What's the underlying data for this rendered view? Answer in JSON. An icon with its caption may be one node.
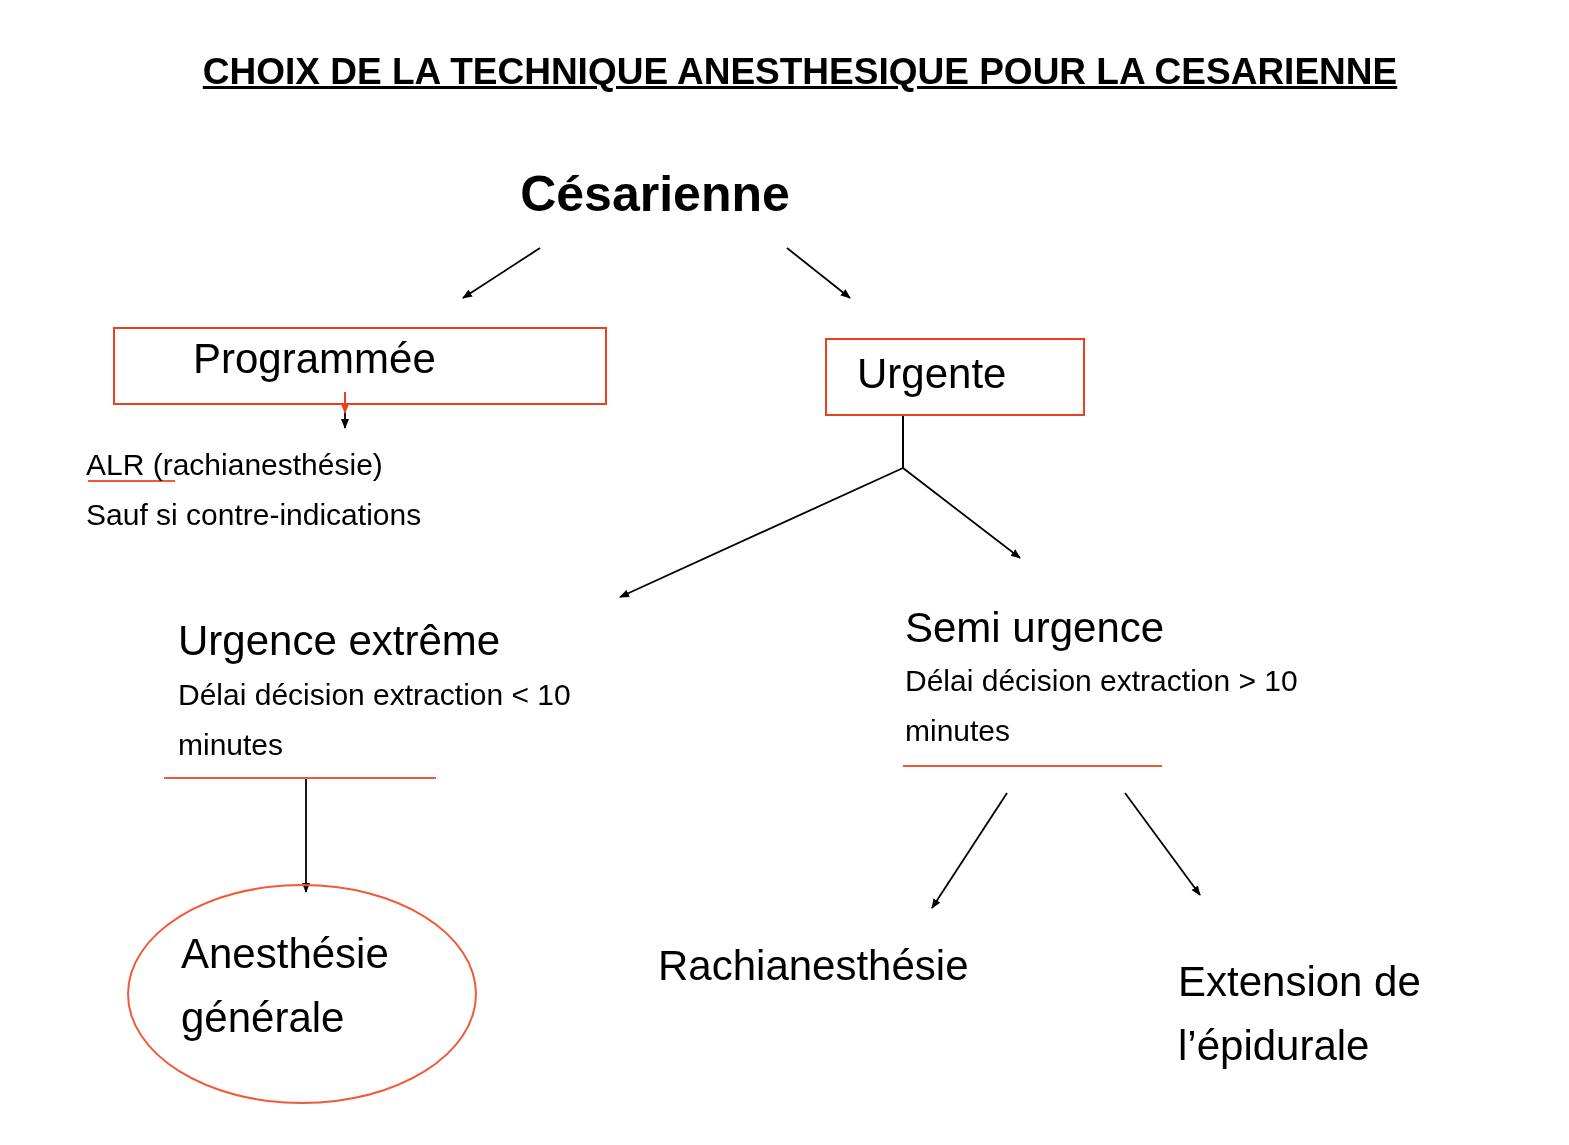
{
  "diagram": {
    "title": "CHOIX  DE LA TECHNIQUE ANESTHESIQUE POUR LA CESARIENNE",
    "nodes": [
      {
        "text": [
          "Césarienne"
        ]
      },
      {
        "text": [
          "Programmée"
        ]
      },
      {
        "text": [
          "Urgente"
        ]
      },
      {
        "text": [
          "ALR (rachianesthésie)",
          "Sauf si contre-indications"
        ]
      },
      {
        "text": [
          "Urgence extrême",
          "Délai décision extraction < 10 minutes"
        ]
      },
      {
        "text": [
          "Semi urgence",
          "Délai décision extraction > 10 minutes"
        ]
      },
      {
        "text": [
          "Anesthésie générale"
        ]
      },
      {
        "text": [
          "Rachianesthésie"
        ]
      },
      {
        "text": [
          "Extension de l’épidurale"
        ]
      }
    ],
    "edges": [
      {
        "from": 0,
        "to": 1,
        "arrow": "to"
      },
      {
        "from": 0,
        "to": 2,
        "arrow": "to"
      },
      {
        "from": 1,
        "to": 3,
        "arrow": "to"
      },
      {
        "from": 2,
        "to": 4,
        "arrow": "to"
      },
      {
        "from": 2,
        "to": 5,
        "arrow": "to"
      },
      {
        "from": 4,
        "to": 6,
        "arrow": "to"
      },
      {
        "from": 5,
        "to": 7,
        "arrow": "to"
      },
      {
        "from": 5,
        "to": 8,
        "arrow": "to"
      }
    ]
  }
}
